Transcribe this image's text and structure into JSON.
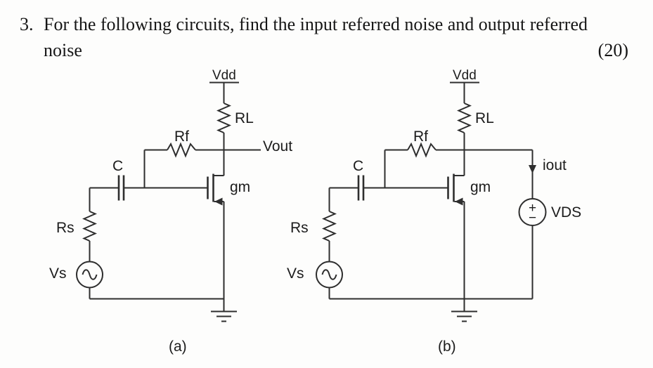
{
  "problem": {
    "number": "3.",
    "text_line1": "For the following circuits, find the input referred noise and output referred",
    "text_line2": "noise",
    "marks": "(20)"
  },
  "circuits": {
    "a": {
      "caption": "(a)",
      "labels": {
        "supply": "Vdd",
        "load_resistor": "RL",
        "feedback_resistor": "Rf",
        "output": "Vout",
        "capacitor": "C",
        "transistor": "gm",
        "source_resistor": "Rs",
        "source": "Vs"
      }
    },
    "b": {
      "caption": "(b)",
      "labels": {
        "supply": "Vdd",
        "load_resistor": "RL",
        "feedback_resistor": "Rf",
        "output_current": "iout",
        "capacitor": "C",
        "transistor": "gm",
        "source_resistor": "Rs",
        "source": "Vs",
        "drain_source_voltage": "VDS",
        "plus": "+",
        "minus": "−"
      }
    }
  },
  "colors": {
    "ink": "#1c1c1c",
    "wire": "#2e2e2e",
    "background": "#fdfdfc"
  }
}
